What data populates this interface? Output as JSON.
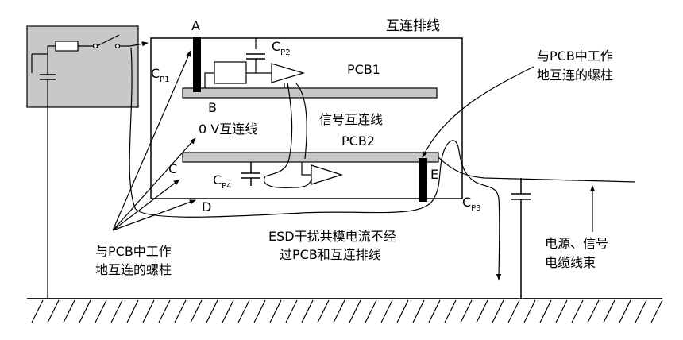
{
  "labels": {
    "title": "互连排线",
    "a": "A",
    "b": "B",
    "c": "C",
    "d": "D",
    "e": "E",
    "pcb1": "PCB1",
    "pcb2": "PCB2",
    "signal_line": "信号互连线",
    "zero_v_line": "0 V互连线",
    "cp1_main": "C",
    "cp1_sub": "P1",
    "cp2_main": "C",
    "cp2_sub": "P2",
    "cp3_main": "C",
    "cp3_sub": "P3",
    "cp4_main": "C",
    "cp4_sub": "P4",
    "stud_right_l1": "与PCB中工作",
    "stud_right_l2": "地互连的螺柱",
    "stud_left_l1": "与PCB中工作",
    "stud_left_l2": "地互连的螺柱",
    "esd_l1": "ESD干扰共模电流不经",
    "esd_l2": "过PCB和互连排线",
    "cable_l1": "电源、信号",
    "cable_l2": "电缆线束"
  },
  "colors": {
    "line": "#000000",
    "pcb_fill": "#c8c8c8",
    "esd_box_fill": "#c8c8c8",
    "background": "#ffffff"
  }
}
